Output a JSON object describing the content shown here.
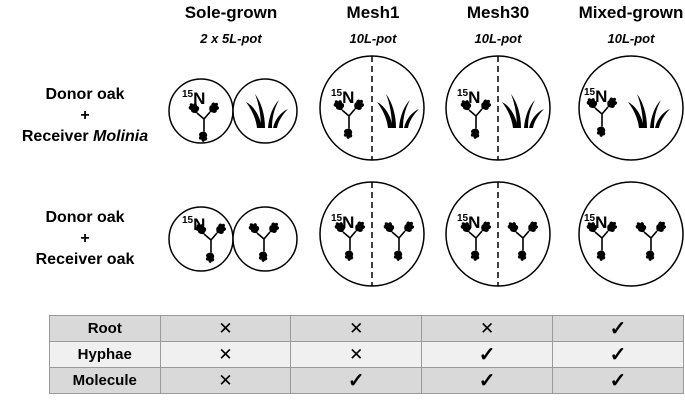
{
  "columns": [
    {
      "title": "Sole-grown",
      "subtitle": "2 x 5L-pot"
    },
    {
      "title": "Mesh1",
      "subtitle": "10L-pot"
    },
    {
      "title": "Mesh30",
      "subtitle": "10L-pot"
    },
    {
      "title": "Mixed-grown",
      "subtitle": "10L-pot"
    }
  ],
  "rows": [
    {
      "line1": "Donor oak",
      "plus": "+",
      "line3_prefix": "Receiver ",
      "line3_italic": "Molinia"
    },
    {
      "line1": "Donor oak",
      "plus": "+",
      "line3_prefix": "Receiver oak",
      "line3_italic": ""
    }
  ],
  "isotope": {
    "mass": "15",
    "symbol": "N"
  },
  "table": {
    "rows": [
      {
        "label": "Root",
        "values": [
          "x",
          "x",
          "x",
          "check"
        ]
      },
      {
        "label": "Hyphae",
        "values": [
          "x",
          "x",
          "check",
          "check"
        ]
      },
      {
        "label": "Molecule",
        "values": [
          "x",
          "check",
          "check",
          "check"
        ]
      }
    ],
    "symbols": {
      "x": "✕",
      "check": "✓"
    }
  }
}
